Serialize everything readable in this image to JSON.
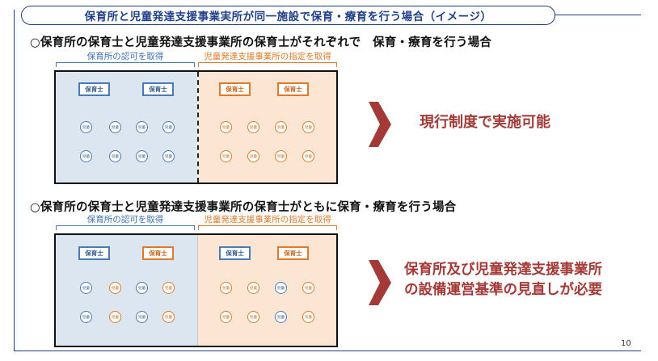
{
  "title": "保育所と児童発達支援事業実所が同一施設で保育・療育を行う場合（イメージ）",
  "colors": {
    "navy": "#1f3f8a",
    "blue": "#4a7ab8",
    "orange": "#e07a28",
    "result_red": "#a33a38"
  },
  "scenarios": [
    {
      "heading": "○保育所の保育士と児童発達支援事業所の保育士がそれぞれで　保育・療育を行う場合",
      "left_label": "保育所の認可を取得",
      "right_label": "児童発達支援事業所の指定を取得",
      "staff": [
        {
          "label": "保育士",
          "color": "blue"
        },
        {
          "label": "保育士",
          "color": "blue"
        },
        {
          "label": "保育士",
          "color": "orange"
        },
        {
          "label": "保育士",
          "color": "orange"
        }
      ],
      "child_label": "児童",
      "children_rows": [
        [
          "blue",
          "blue",
          "blue",
          "blue",
          "orange",
          "orange",
          "orange",
          "orange"
        ],
        [
          "blue",
          "blue",
          "blue",
          "blue",
          "orange",
          "orange",
          "orange",
          "orange"
        ]
      ],
      "result": [
        "現行制度で実施可能"
      ]
    },
    {
      "heading": "○保育所の保育士と児童発達支援事業所の保育士がともに保育・療育を行う場合",
      "left_label": "保育所の認可を取得",
      "right_label": "児童発達支援事業所の指定を取得",
      "staff": [
        {
          "label": "保育士",
          "color": "blue"
        },
        {
          "label": "保育士",
          "color": "orange"
        },
        {
          "label": "保育士",
          "color": "blue"
        },
        {
          "label": "保育士",
          "color": "orange"
        }
      ],
      "child_label": "児童",
      "children_rows": [
        [
          "blue",
          "orange",
          "blue",
          "orange",
          "orange",
          "orange",
          "blue",
          "orange"
        ],
        [
          "blue",
          "orange",
          "blue",
          "orange",
          "orange",
          "orange",
          "blue",
          "orange"
        ]
      ],
      "result": [
        "保育所及び児童発達支援事業所",
        "の設備運営基準の見直しが必要"
      ]
    }
  ],
  "page_number": "10"
}
